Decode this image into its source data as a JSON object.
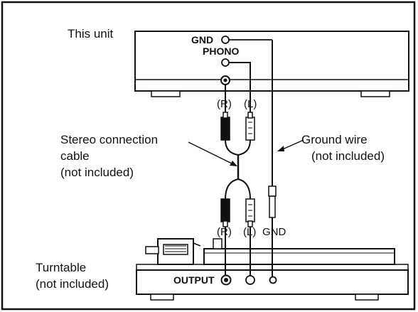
{
  "unit_label": "This unit",
  "unit_terminals": {
    "gnd": "GND",
    "phono": "PHONO"
  },
  "upper_plugs": {
    "right": "(R)",
    "left": "(L)"
  },
  "lower_plugs": {
    "right": "(R)",
    "left": "(L)",
    "gnd": "GND"
  },
  "cable_label": [
    "Stereo connection",
    "cable",
    "(not included)"
  ],
  "ground_wire_label": [
    "Ground wire",
    "(not included)"
  ],
  "turntable_label": [
    "Turntable",
    "(not included)"
  ],
  "turntable_output": "OUTPUT"
}
